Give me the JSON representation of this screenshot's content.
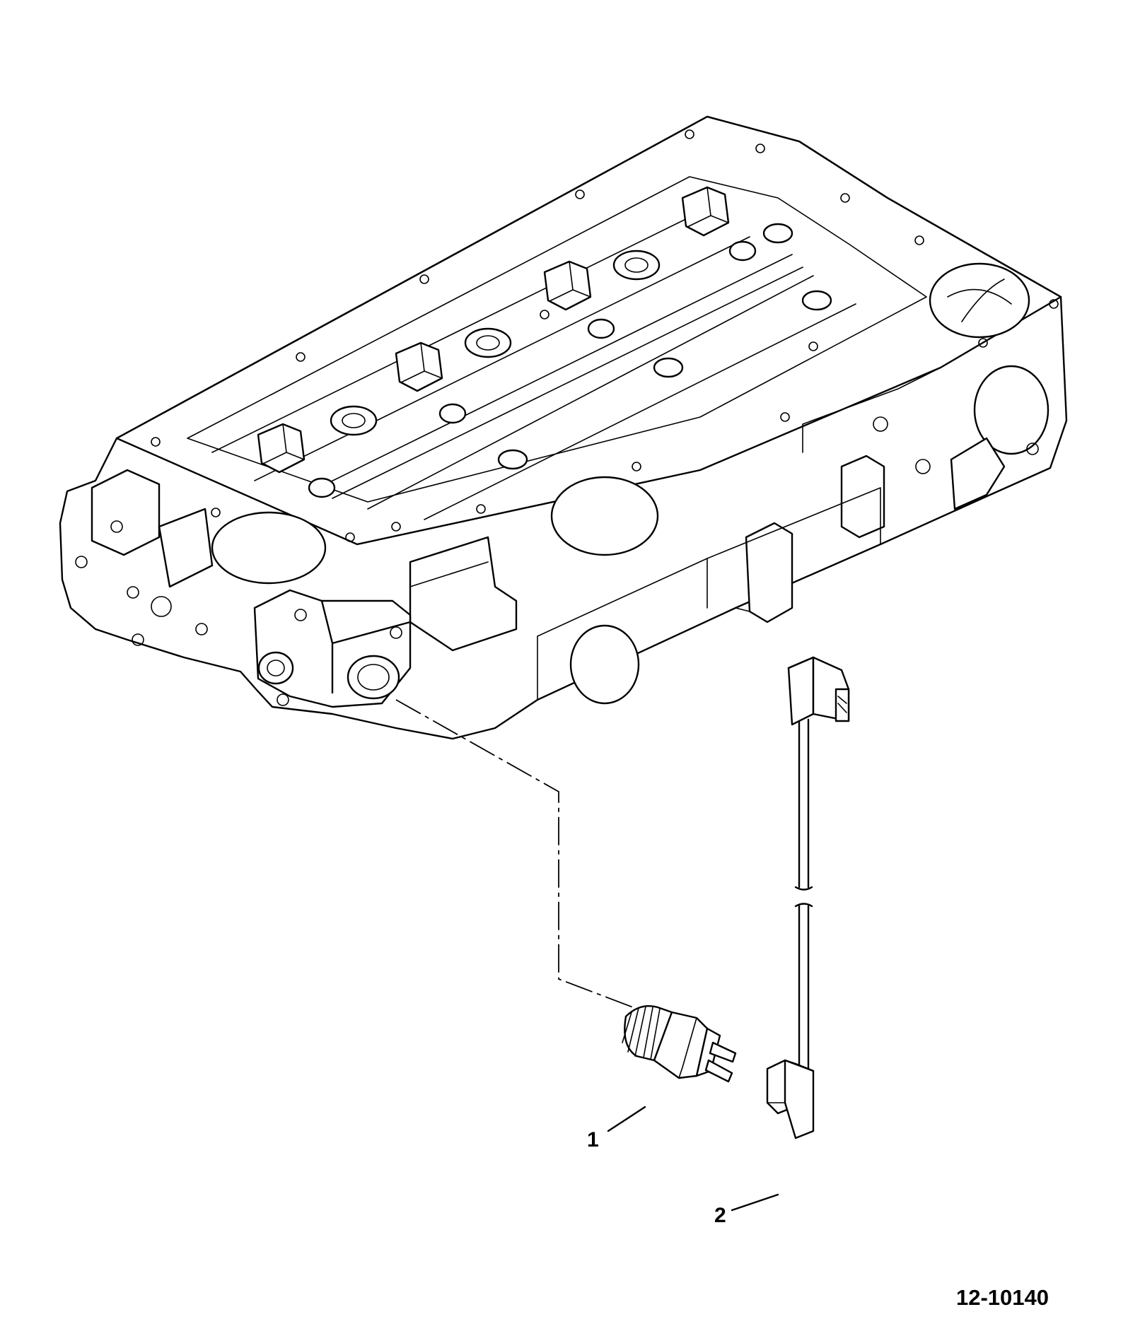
{
  "callouts": [
    {
      "label": "1",
      "part": "temperature-sender-switch"
    },
    {
      "label": "2",
      "part": "wiring-harness-connector"
    }
  ],
  "figure_number": "12-10140",
  "colors": {
    "line": "#000000",
    "background": "#ffffff"
  }
}
